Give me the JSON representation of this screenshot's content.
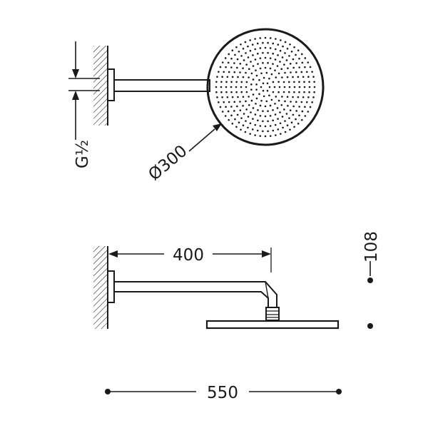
{
  "drawing": {
    "ink_color": "#1a1a1a",
    "background": "#ffffff",
    "top_view": {
      "thread_label": "G½",
      "diameter_label": "Ø300"
    },
    "side_view": {
      "arm_length_label": "400",
      "height_label": "108",
      "overall_length_label": "550"
    }
  }
}
